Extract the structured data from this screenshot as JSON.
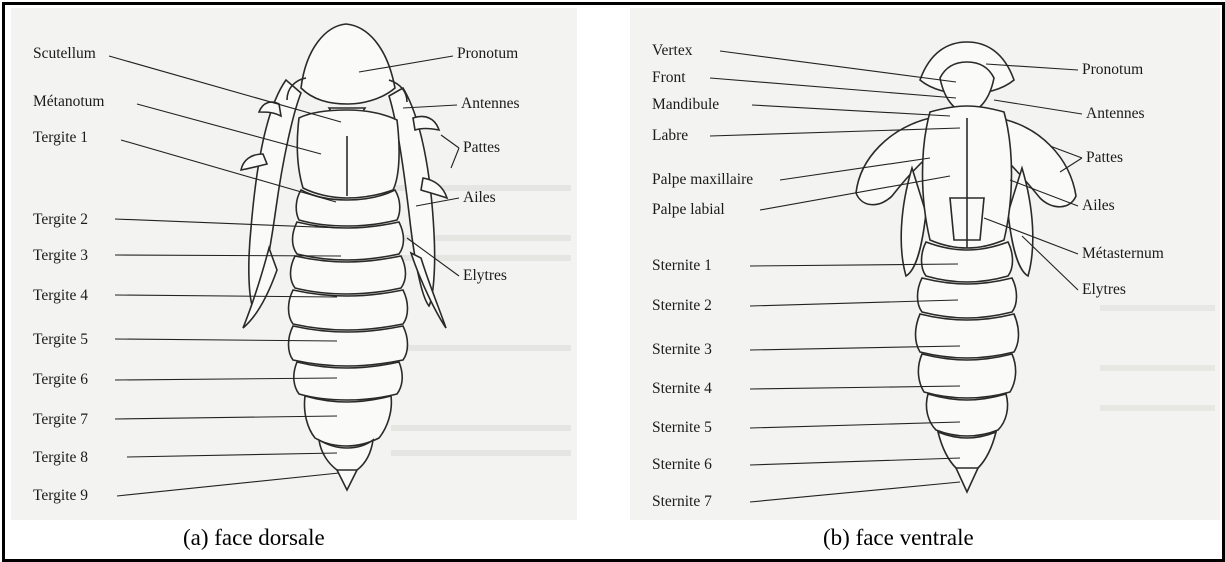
{
  "panel_a": {
    "caption": "(a) face dorsale",
    "left_labels": [
      "Scutellum",
      "Métanotum",
      "Tergite 1",
      "Tergite 2",
      "Tergite 3",
      "Tergite 4",
      "Tergite 5",
      "Tergite 6",
      "Tergite 7",
      "Tergite 8",
      "Tergite 9"
    ],
    "right_labels": [
      "Pronotum",
      "Antennes",
      "Pattes",
      "Ailes",
      "Elytres"
    ]
  },
  "panel_b": {
    "caption": "(b) face ventrale",
    "left_labels": [
      "Vertex",
      "Front",
      "Mandibule",
      "Labre",
      "Palpe maxillaire",
      "Palpe labial",
      "Sternite 1",
      "Sternite 2",
      "Sternite 3",
      "Sternite 4",
      "Sternite 5",
      "Sternite 6",
      "Sternite 7"
    ],
    "right_labels": [
      "Pronotum",
      "Antennes",
      "Pattes",
      "Ailes",
      "Métasternum",
      "Elytres"
    ]
  },
  "colors": {
    "ink": "#1a1a1a",
    "paper": "#f3f3f1",
    "border": "#000000"
  }
}
